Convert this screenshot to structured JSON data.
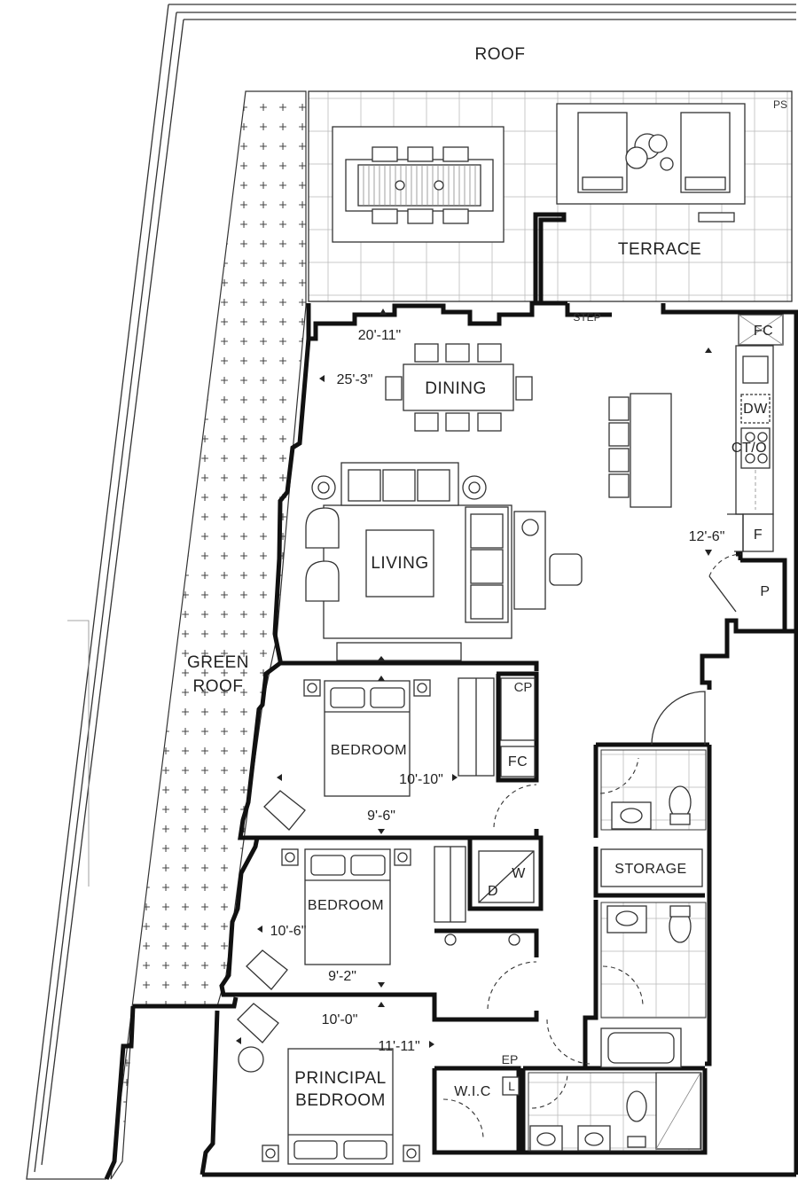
{
  "labels": {
    "roof": "ROOF",
    "ps": "PS",
    "terrace": "TERRACE",
    "step": "STEP",
    "fc_kitchen": "FC",
    "dw": "DW",
    "cto": "CT/O",
    "f": "F",
    "p": "P",
    "dining": "DINING",
    "living": "LIVING",
    "green_roof_1": "GREEN",
    "green_roof_2": "ROOF",
    "cp": "CP",
    "fc_hall": "FC",
    "bedroom_1": "BEDROOM",
    "bedroom_2": "BEDROOM",
    "storage": "STORAGE",
    "w": "W",
    "d": "D",
    "principal_1": "PRINCIPAL",
    "principal_2": "BEDROOM",
    "wic": "W.I.C",
    "l": "L",
    "ep": "EP"
  },
  "dimensions": {
    "dining_width": "20'-11\"",
    "dining_depth": "25'-3\"",
    "kitchen": "12'-6\"",
    "bedroom1_width": "10'-10\"",
    "bedroom1_depth": "9'-6\"",
    "bedroom2_width": "10'-6\"",
    "bedroom2_depth": "9'-2\"",
    "principal_depth": "10'-0\"",
    "principal_width": "11'-11\""
  },
  "colors": {
    "wall": "#111111",
    "line": "#333333",
    "background": "#ffffff"
  }
}
